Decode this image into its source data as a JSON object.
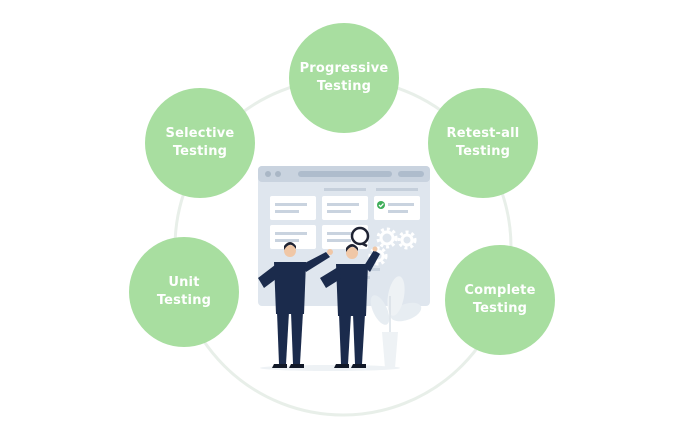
{
  "diagram": {
    "center_illustration": "two-businessmen-inspecting-web-page-with-magnifier-and-gears",
    "colors": {
      "node_fill": "#a8dea0",
      "node_text": "#ffffff",
      "ring": "#e8efe9",
      "screen": "#dfe6ee",
      "card": "#ffffff",
      "suit": "#1b2b4c",
      "check": "#3fae5a"
    },
    "nodes": [
      {
        "id": "progressive",
        "label": "Progressive\nTesting"
      },
      {
        "id": "retest-all",
        "label": "Retest-all\nTesting"
      },
      {
        "id": "complete",
        "label": "Complete\nTesting"
      },
      {
        "id": "unit",
        "label": "Unit\nTesting"
      },
      {
        "id": "selective",
        "label": "Selective\nTesting"
      }
    ]
  }
}
